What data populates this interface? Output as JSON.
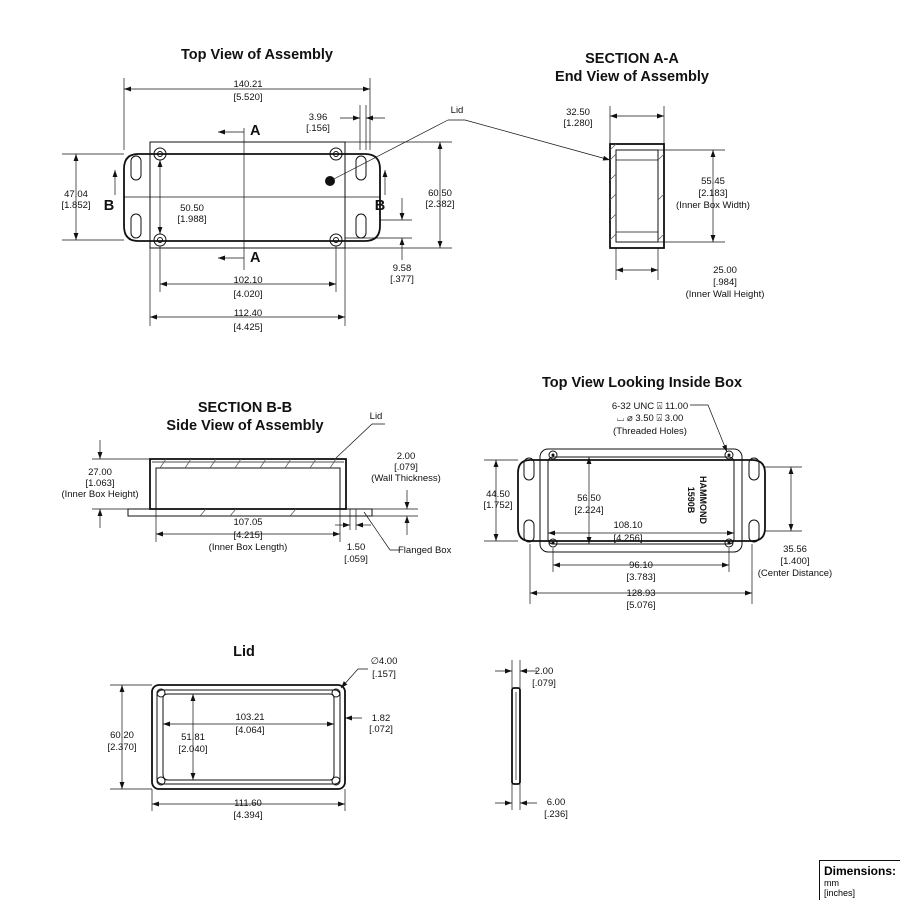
{
  "views": {
    "top": {
      "title": "Top View of Assembly"
    },
    "section_aa": {
      "title_1": "SECTION A-A",
      "title_2": "End View of Assembly"
    },
    "section_bb": {
      "title_1": "SECTION B-B",
      "title_2": "Side View of Assembly"
    },
    "inside": {
      "title": "Top View Looking Inside Box"
    },
    "lid": {
      "title": "Lid"
    }
  },
  "labels": {
    "lid": "Lid",
    "lid_bb": "Lid",
    "section_a": "A",
    "section_b": "B",
    "flanged_box": "Flanged Box",
    "brand": "HAMMOND",
    "model": "1590B"
  },
  "dims": {
    "top_overall": [
      "140.21",
      "[5.520]"
    ],
    "top_hole_edge": [
      "3.96",
      "[.156]"
    ],
    "top_height_outer": [
      "47.04",
      "[1.852]"
    ],
    "top_height_inner": [
      "50.50",
      "[1.988]"
    ],
    "top_flange": [
      "60.50",
      "[2.382]"
    ],
    "top_edge_offset": [
      "9.58",
      "[.377]"
    ],
    "top_hole_spacing": [
      "102.10",
      "[4.020]"
    ],
    "top_box_length": [
      "112.40",
      "[4.425]"
    ],
    "aa_depth": [
      "32.50",
      "[1.280]"
    ],
    "aa_inner_width": [
      "55.45",
      "[2.183]",
      "(Inner Box Width)"
    ],
    "aa_inner_wall": [
      "25.00",
      "[.984]",
      "(Inner Wall Height)"
    ],
    "bb_inner_height": [
      "27.00",
      "[1.063]",
      "(Inner Box Height)"
    ],
    "bb_wall": [
      "2.00",
      "[.079]",
      "(Wall Thickness)"
    ],
    "bb_inner_length": [
      "107.05",
      "[4.215]",
      "(Inner Box Length)"
    ],
    "bb_flange": [
      "1.50",
      "[.059]"
    ],
    "in_thread_1": "6-32 UNC ⍓ 11.00",
    "in_thread_2": "⌴ ⌀ 3.50 ⍓ 3.00",
    "in_thread_3": "(Threaded Holes)",
    "in_height_outer": [
      "44.50",
      "[1.752]"
    ],
    "in_height_inner": [
      "56.50",
      "[2.224]"
    ],
    "in_length_inner": [
      "108.10",
      "[4.256]"
    ],
    "in_hole_spacing": [
      "96.10",
      "[3.783]"
    ],
    "in_overall": [
      "128.93",
      "[5.076]"
    ],
    "in_center": [
      "35.56",
      "[1.400]",
      "(Center Distance)"
    ],
    "lid_hole": [
      "∅4.00",
      "[.157]"
    ],
    "lid_height": [
      "60.20",
      "[2.370]"
    ],
    "lid_inner_h": [
      "51.81",
      "[2.040]"
    ],
    "lid_inner_w": [
      "103.21",
      "[4.064]"
    ],
    "lid_edge": [
      "1.82",
      "[.072]"
    ],
    "lid_width": [
      "111.60",
      "[4.394]"
    ],
    "lid_thickness": [
      "2.00",
      "[.079]"
    ],
    "lid_depth": [
      "6.00",
      "[.236]"
    ]
  },
  "legend": {
    "title": "Dimensions:",
    "unit_1": "mm",
    "unit_2": "[inches]"
  }
}
